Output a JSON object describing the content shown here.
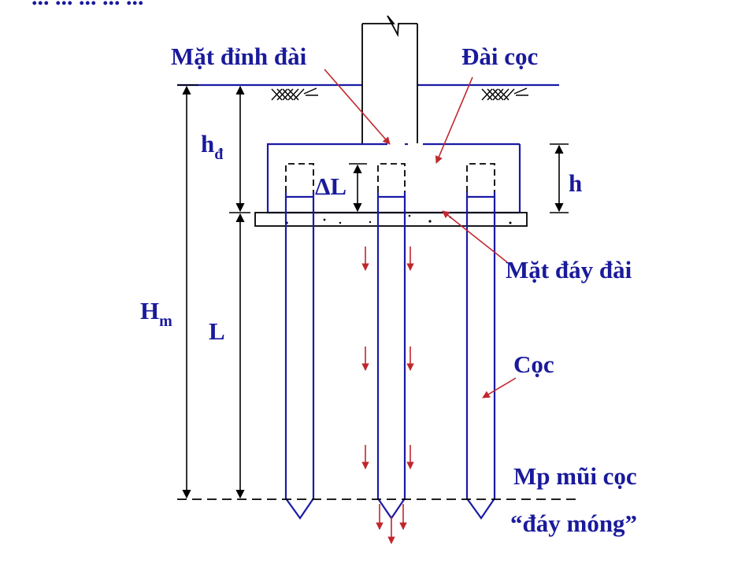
{
  "title_fragment": "... ... ... ... ...",
  "labels": {
    "mat_dinh_dai": "Mặt đỉnh đài",
    "dai_coc": "Đài cọc",
    "mat_day_dai": "Mặt đáy đài",
    "coc": "Cọc",
    "mp_mui_coc": "Mp mũi cọc",
    "day_mong": "“đáy móng”"
  },
  "dimensions": {
    "h_d": "h",
    "h_d_sub": "đ",
    "delta_l": "ΔL",
    "h": "h",
    "h_m": "H",
    "h_m_sub": "m",
    "l": "L"
  },
  "colors": {
    "structure": "#1a1aa6",
    "label_text": "#1a1a9c",
    "arrows": "#c0262d",
    "dimension_lines": "#000000"
  }
}
